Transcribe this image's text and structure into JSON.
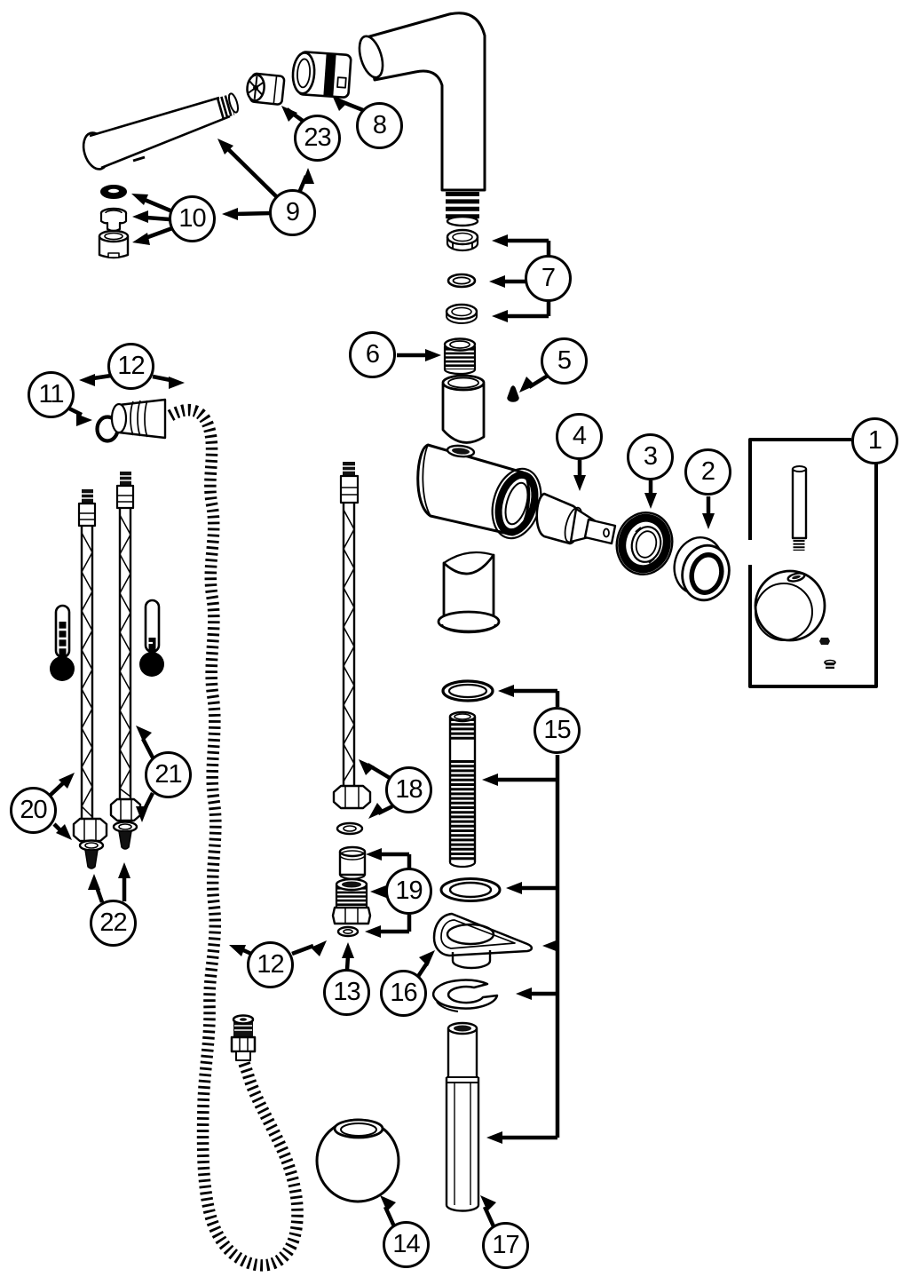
{
  "diagram": {
    "kind": "exploded-parts-diagram",
    "background": "#ffffff",
    "ink": "#000000"
  },
  "icons": {
    "hot_supply": "thermometer-hot-icon",
    "cold_supply": "thermometer-cold-icon"
  },
  "callouts": {
    "c1": {
      "label": "1"
    },
    "c2": {
      "label": "2"
    },
    "c3": {
      "label": "3"
    },
    "c4": {
      "label": "4"
    },
    "c5": {
      "label": "5"
    },
    "c6": {
      "label": "6"
    },
    "c7": {
      "label": "7"
    },
    "c8": {
      "label": "8"
    },
    "c9": {
      "label": "9"
    },
    "c10": {
      "label": "10"
    },
    "c11": {
      "label": "11"
    },
    "c12a": {
      "label": "12"
    },
    "c12b": {
      "label": "12"
    },
    "c13": {
      "label": "13"
    },
    "c14": {
      "label": "14"
    },
    "c15": {
      "label": "15"
    },
    "c16": {
      "label": "16"
    },
    "c17": {
      "label": "17"
    },
    "c18": {
      "label": "18"
    },
    "c19": {
      "label": "19"
    },
    "c20": {
      "label": "20"
    },
    "c21": {
      "label": "21"
    },
    "c22": {
      "label": "22"
    },
    "c23": {
      "label": "23"
    }
  }
}
